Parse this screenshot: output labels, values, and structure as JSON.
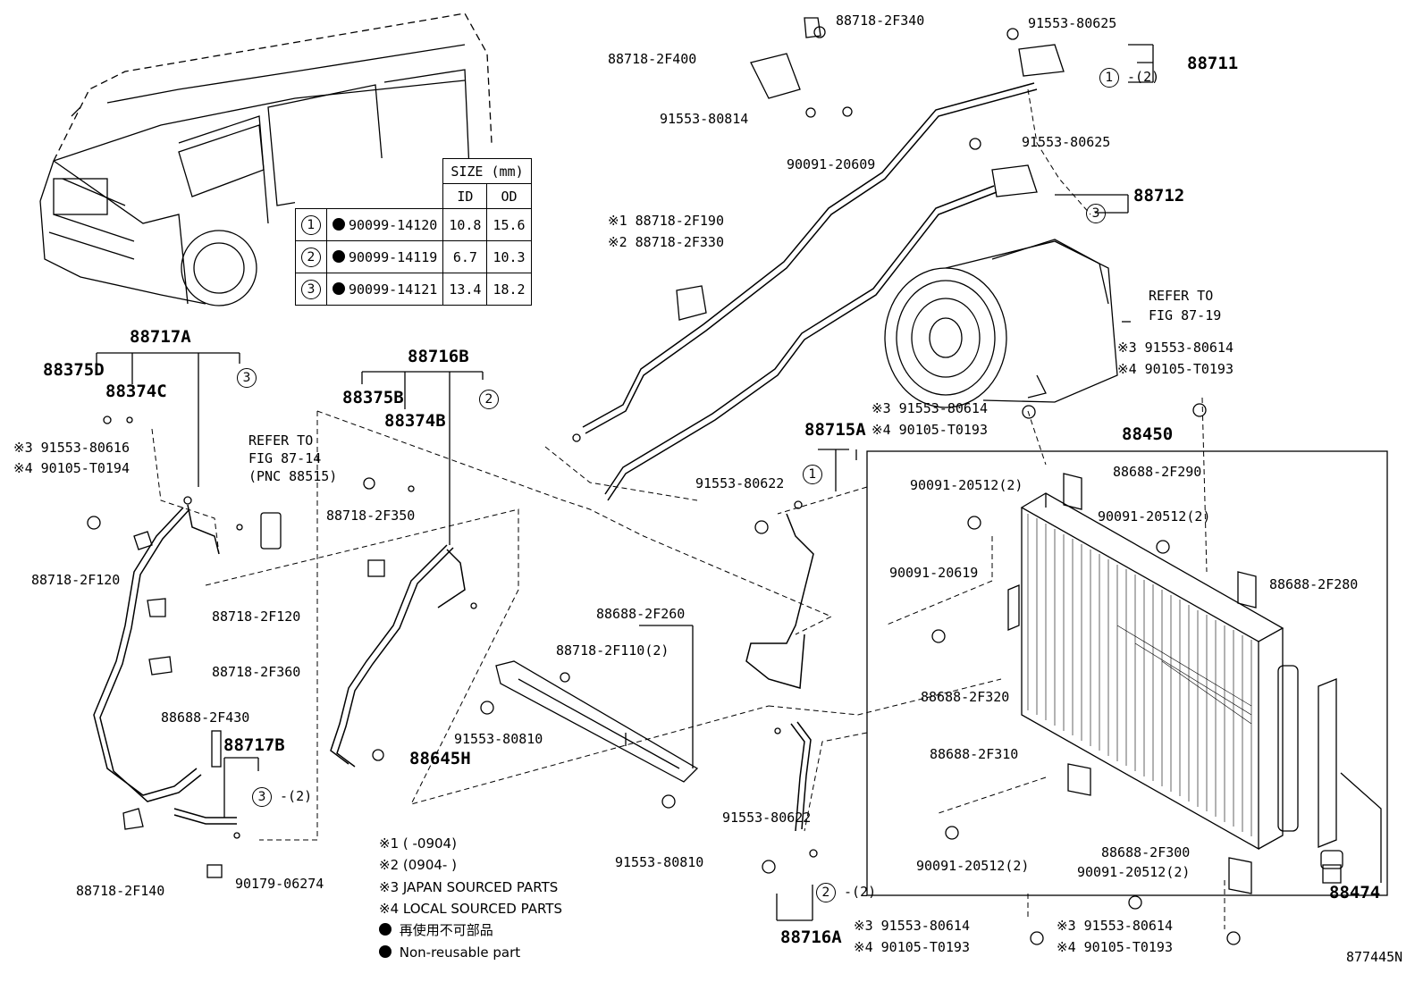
{
  "figure_code": "877445N",
  "size_table": {
    "size_header": "SIZE (mm)",
    "col_id": "ID",
    "col_od": "OD",
    "rows": [
      {
        "ref": "1",
        "part": "90099-14120",
        "id": "10.8",
        "od": "15.6"
      },
      {
        "ref": "2",
        "part": "90099-14119",
        "id": "6.7",
        "od": "10.3"
      },
      {
        "ref": "3",
        "part": "90099-14121",
        "id": "13.4",
        "od": "18.2"
      }
    ]
  },
  "callouts": {
    "p88717A": "88717A",
    "p88375D": "88375D",
    "p88374C": "88374C",
    "p91553_80616": "※3 91553-80616",
    "p90105_T0194": "※4 90105-T0194",
    "p88718_2F120a": "88718-2F120",
    "p88718_2F120b": "88718-2F120",
    "p88718_2F360": "88718-2F360",
    "p88688_2F430": "88688-2F430",
    "p88717B": "88717B",
    "p88718_2F140": "88718-2F140",
    "p90179_06274": "90179-06274",
    "refer_fig_87_14_l1": "REFER TO",
    "refer_fig_87_14_l2": "FIG 87-14",
    "refer_fig_87_14_l3": "(PNC 88515)",
    "p88716B": "88716B",
    "p88375B": "88375B",
    "p88374B": "88374B",
    "p88718_2F350": "88718-2F350",
    "p88645H": "88645H",
    "p88718_2F400": "88718-2F400",
    "p88718_2F340": "88718-2F340",
    "p91553_80814": "91553-80814",
    "p90091_20609": "90091-20609",
    "p91553_80625a": "91553-80625",
    "p88711": "88711",
    "p91553_80625b": "91553-80625",
    "p88712": "88712",
    "p88718_2F190": "※1 88718-2F190",
    "p88718_2F330": "※2 88718-2F330",
    "refer_fig_87_19_l1": "REFER TO",
    "refer_fig_87_19_l2": "FIG 87-19",
    "p91553_80614_top": "※3 91553-80614",
    "p90105_T0193_top": "※4 90105-T0193",
    "p91553_80614_mid": "※3 91553-80614",
    "p90105_T0193_mid": "※4 90105-T0193",
    "p88715A": "88715A",
    "p91553_80622a": "91553-80622",
    "p88450": "88450",
    "p88688_2F290": "88688-2F290",
    "p90091_20512a": "90091-20512(2)",
    "p90091_20512b": "90091-20512(2)",
    "p88688_2F280": "88688-2F280",
    "p90091_20619": "90091-20619",
    "p88688_2F320": "88688-2F320",
    "p88688_2F260": "88688-2F260",
    "p88718_2F110": "88718-2F110(2)",
    "p91553_80810a": "91553-80810",
    "p91553_80810b": "91553-80810",
    "p91553_80622b": "91553-80622",
    "p88688_2F310": "88688-2F310",
    "p90091_20512c": "90091-20512(2)",
    "p88688_2F300": "88688-2F300",
    "p90091_20512d": "90091-20512(2)",
    "p88474": "88474",
    "p88716A": "88716A",
    "p91553_80614_bl": "※3 91553-80614",
    "p90105_T0193_bl": "※4 90105-T0193",
    "p91553_80614_br": "※3 91553-80614",
    "p90105_T0193_br": "※4 90105-T0193",
    "qty2": "-(2)"
  },
  "legend": {
    "n1": "※1 (      -0904)",
    "n2": "※2 (0904-      )",
    "n3": "※3 JAPAN SOURCED PARTS",
    "n4": "※4 LOCAL SOURCED PARTS",
    "n5": "再使用不可部品",
    "n6": "Non-reusable part"
  }
}
